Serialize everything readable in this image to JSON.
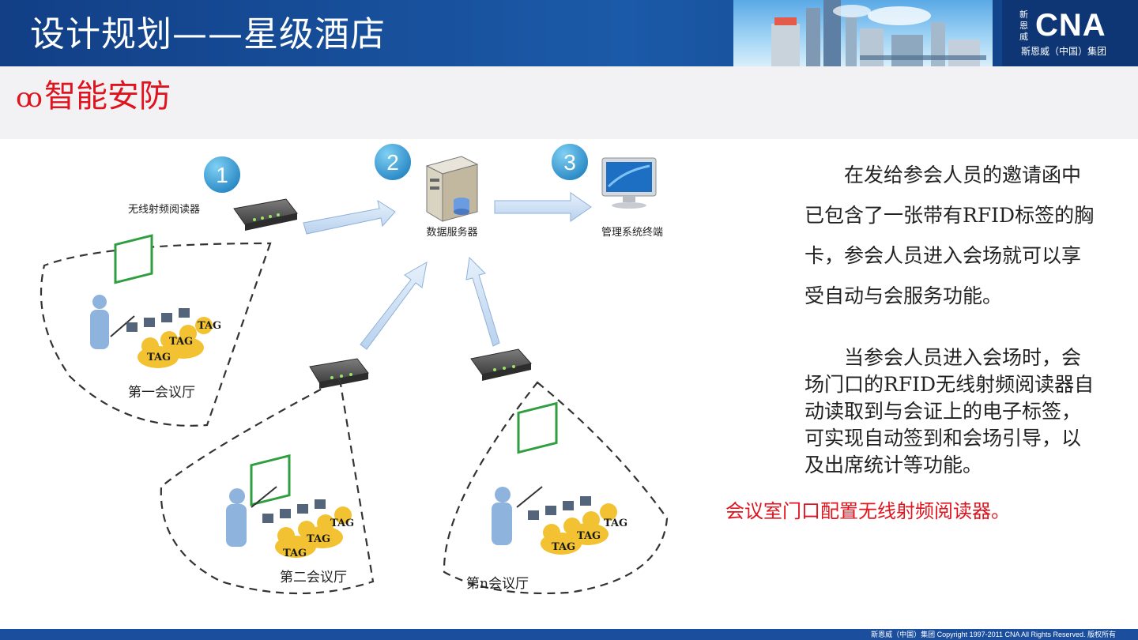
{
  "header": {
    "title": "设计规划——星级酒店",
    "logo": {
      "vertical_text": "新恩威",
      "mark": "CNA",
      "subtitle": "斯恩威（中国）集团"
    }
  },
  "section": {
    "bullet": "ꝏ",
    "title": "智能安防"
  },
  "chart_data": {
    "type": "diagram",
    "steps": [
      "1",
      "2",
      "3"
    ],
    "nodes": {
      "reader": "无线射频阅读器",
      "server": "数据服务器",
      "terminal": "管理系统终端"
    },
    "rooms": [
      "第一会议厅",
      "第二会议厅",
      "第n会议厅"
    ],
    "tag_label": "TAG"
  },
  "text": {
    "paragraph1": "在发给参会人员的邀请函中已包含了一张带有RFID标签的胸卡，参会人员进入会场就可以享受自动与会服务功能。",
    "paragraph2": "当参会人员进入会场时，会场门口的RFID无线射频阅读器自动读取到与会证上的电子标签，可实现自动签到和会场引导，以及出席统计等功能。",
    "note": "会议室门口配置无线射频阅读器。"
  },
  "footer": {
    "copyright": "斯恩威（中国）集团   Copyright 1997-2011 CNA All Rights Reserved. 版权所有"
  },
  "colors": {
    "header_blue": "#1b5aa8",
    "accent_red": "#e0141e",
    "badge_blue": "#2a8fc9"
  }
}
